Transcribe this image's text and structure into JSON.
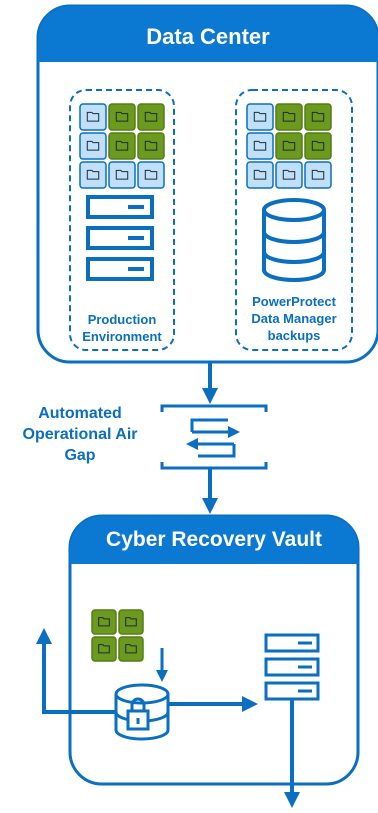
{
  "data_center": {
    "title": "Data Center",
    "production_label": "Production\nEnvironment",
    "backups_label": "PowerProtect\nData Manager\nbackups"
  },
  "air_gap": {
    "label": "Automated\nOperational Air\nGap"
  },
  "vault": {
    "title": "Cyber Recovery Vault"
  },
  "colors": {
    "blue": "#0a6fc1",
    "header_blue": "#0b78d1",
    "green": "#6b9a1f",
    "light_blue": "#bfe0f8"
  },
  "icons": [
    "file-grid-icon",
    "server-stack-icon",
    "database-icon",
    "sync-arrows-icon",
    "locked-database-icon"
  ]
}
